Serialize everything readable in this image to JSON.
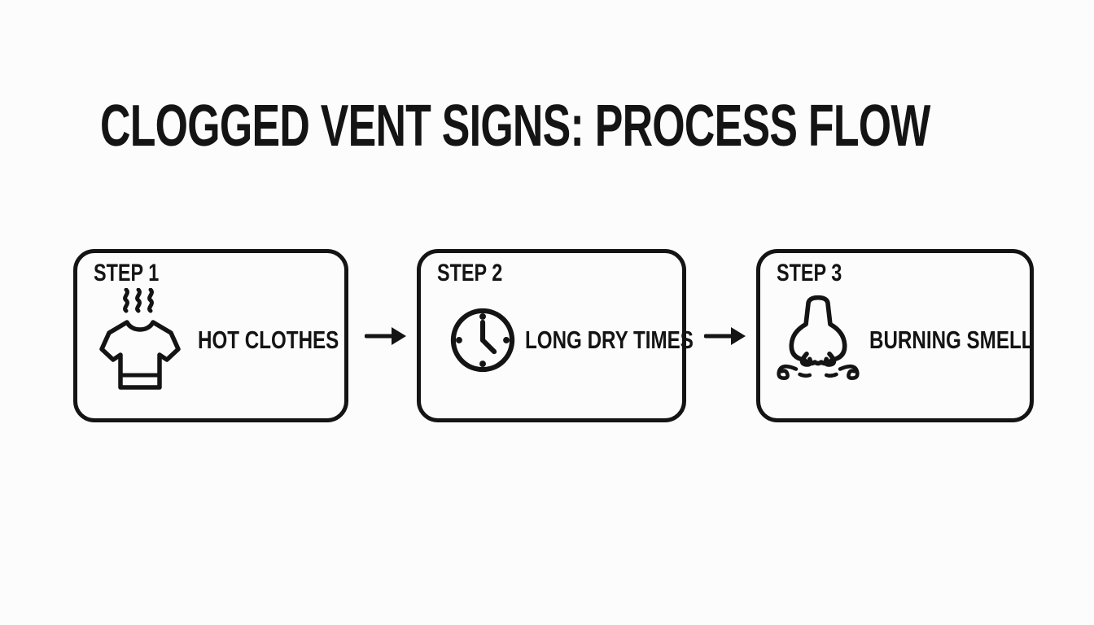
{
  "page": {
    "title": "CLOGGED VENT SIGNS: PROCESS FLOW",
    "background_color": "#fcfcfc",
    "ink_color": "#141414"
  },
  "flow": {
    "steps": [
      {
        "label": "STEP 1",
        "icon": "shirt-heat-icon",
        "text": "HOT CLOTHES"
      },
      {
        "label": "STEP 2",
        "icon": "clock-icon",
        "text": "LONG DRY TIMES"
      },
      {
        "label": "STEP 3",
        "icon": "nose-smell-icon",
        "text": "BURNING SMELL"
      }
    ],
    "connector_icon": "arrow-right-icon"
  }
}
